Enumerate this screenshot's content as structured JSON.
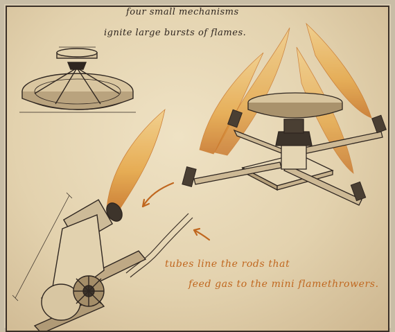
{
  "annotations": {
    "top_line1": "four small mechanisms",
    "top_line2": "ignite large bursts of flames.",
    "bottom_line1": "tubes line the rods that",
    "bottom_line2": "feed gas to the mini flamethrowers."
  },
  "colors": {
    "paper": "#e8d9b8",
    "ink": "#2f2620",
    "flame": "#e9b35a",
    "accent_orange": "#c0671f"
  }
}
